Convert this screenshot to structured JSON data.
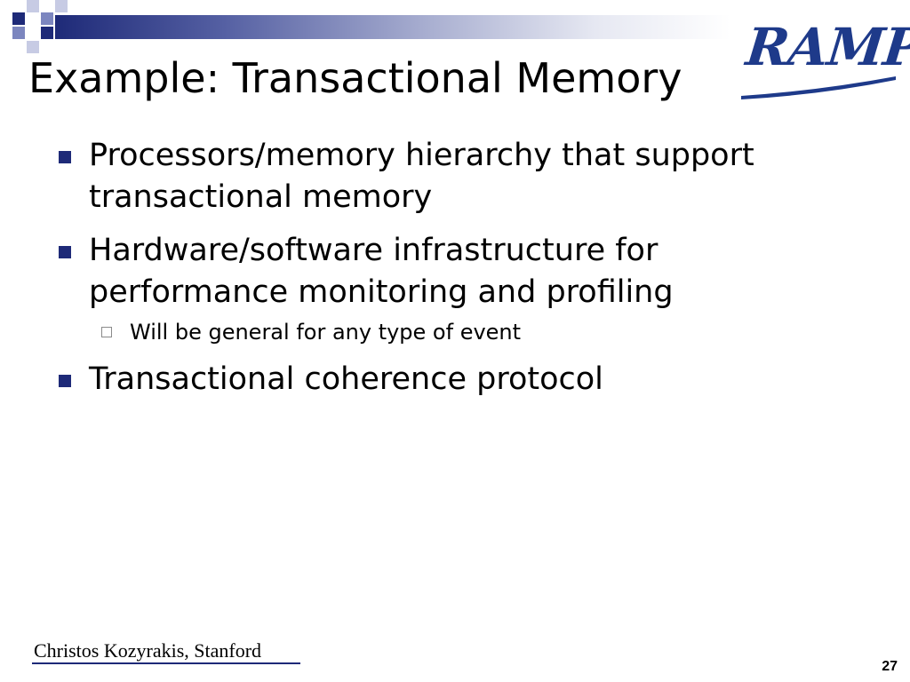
{
  "slide": {
    "title": "Example: Transactional Memory",
    "bullets": [
      {
        "text": "Processors/memory hierarchy that support transactional memory"
      },
      {
        "text": "Hardware/software infrastructure for performance monitoring and profiling"
      },
      {
        "text": "Transactional coherence protocol"
      }
    ],
    "sub_bullets": [
      {
        "text": "Will be general for any type of event"
      }
    ]
  },
  "logo": {
    "text": "RAMP"
  },
  "footer": {
    "author": "Christos Kozyrakis, Stanford",
    "page_number": "27"
  },
  "colors": {
    "accent": "#1e2a78",
    "logo": "#1e3a8a"
  },
  "icons": {
    "bullet": "filled-square-icon",
    "sub_bullet": "hollow-square-icon"
  }
}
